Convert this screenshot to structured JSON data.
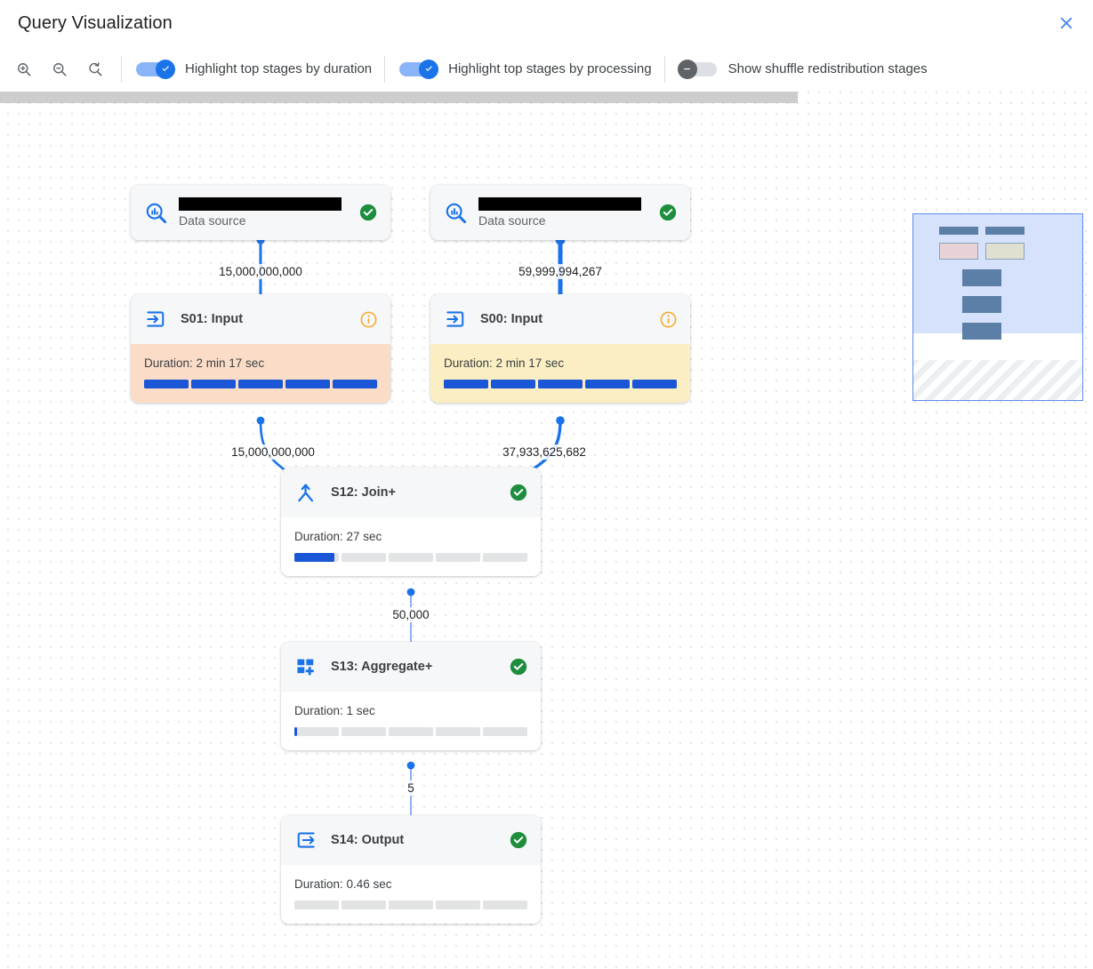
{
  "header": {
    "title": "Query Visualization",
    "close_icon": "close-icon"
  },
  "toolbar": {
    "zoom_in_icon": "zoom-in-icon",
    "zoom_out_icon": "zoom-out-icon",
    "zoom_reset_icon": "zoom-reset-icon",
    "toggles": [
      {
        "label": "Highlight top stages by duration",
        "state": "on"
      },
      {
        "label": "Highlight top stages by processing",
        "state": "on"
      },
      {
        "label": "Show shuffle redistribution stages",
        "state": "off"
      }
    ]
  },
  "colors": {
    "accent_blue": "#1a73e8",
    "switch_on_track": "#8ab4f8",
    "switch_off_knob": "#5f6368",
    "success_green": "#1e8e3e",
    "info_orange": "#f9a825",
    "highlight_peach": "#fbddc7",
    "highlight_cream": "#faeec2",
    "edge_blue": "#1a73e8",
    "bar_fill": "#1a56d6",
    "bar_track": "#e2e3e5"
  },
  "graph": {
    "data_sources": [
      {
        "id": "ds-left",
        "name_redacted": true,
        "subtitle": "Data source",
        "icon": "data-source-search-icon",
        "status": "success"
      },
      {
        "id": "ds-right",
        "name_redacted": true,
        "subtitle": "Data source",
        "icon": "data-source-search-icon",
        "status": "success"
      }
    ],
    "stages": [
      {
        "id": "S01",
        "title": "S01: Input",
        "icon": "input-arrow-icon",
        "status": "info",
        "status_icon": "info-icon",
        "duration_label": "Duration: 2 min 17 sec",
        "duration_seconds": 137,
        "progress_segments": [
          1,
          1,
          1,
          1,
          1
        ],
        "highlight": "peach"
      },
      {
        "id": "S00",
        "title": "S00: Input",
        "icon": "input-arrow-icon",
        "status": "info",
        "status_icon": "info-icon",
        "duration_label": "Duration: 2 min 17 sec",
        "duration_seconds": 137,
        "progress_segments": [
          1,
          1,
          1,
          1,
          1
        ],
        "highlight": "cream"
      },
      {
        "id": "S12",
        "title": "S12: Join+",
        "icon": "join-merge-icon",
        "status": "success",
        "status_icon": "check-circle-icon",
        "duration_label": "Duration: 27 sec",
        "duration_seconds": 27,
        "progress_segments": [
          0.9,
          0,
          0,
          0,
          0
        ],
        "highlight": "none"
      },
      {
        "id": "S13",
        "title": "S13: Aggregate+",
        "icon": "aggregate-plus-icon",
        "status": "success",
        "status_icon": "check-circle-icon",
        "duration_label": "Duration: 1 sec",
        "duration_seconds": 1,
        "progress_segments": [
          0.06,
          0,
          0,
          0,
          0
        ],
        "highlight": "none"
      },
      {
        "id": "S14",
        "title": "S14: Output",
        "icon": "output-arrow-icon",
        "status": "success",
        "status_icon": "check-circle-icon",
        "duration_label": "Duration: 0.46 sec",
        "duration_seconds": 0.46,
        "progress_segments": [
          0,
          0,
          0,
          0,
          0
        ],
        "highlight": "none"
      }
    ],
    "edges": [
      {
        "from": "ds-left",
        "to": "S01",
        "label": "15,000,000,000",
        "rows": 15000000000,
        "thickness": 3
      },
      {
        "from": "ds-right",
        "to": "S00",
        "label": "59,999,994,267",
        "rows": 59999994267,
        "thickness": 5
      },
      {
        "from": "S01",
        "to": "S12",
        "label": "15,000,000,000",
        "rows": 15000000000,
        "thickness": 2.6
      },
      {
        "from": "S00",
        "to": "S12",
        "label": "37,933,625,682",
        "rows": 37933625682,
        "thickness": 3.4
      },
      {
        "from": "S12",
        "to": "S13",
        "label": "50,000",
        "rows": 50000,
        "thickness": 1.4
      },
      {
        "from": "S13",
        "to": "S14",
        "label": "5",
        "rows": 5,
        "thickness": 1.4
      }
    ]
  },
  "minimap": {
    "name": "graph-minimap"
  }
}
